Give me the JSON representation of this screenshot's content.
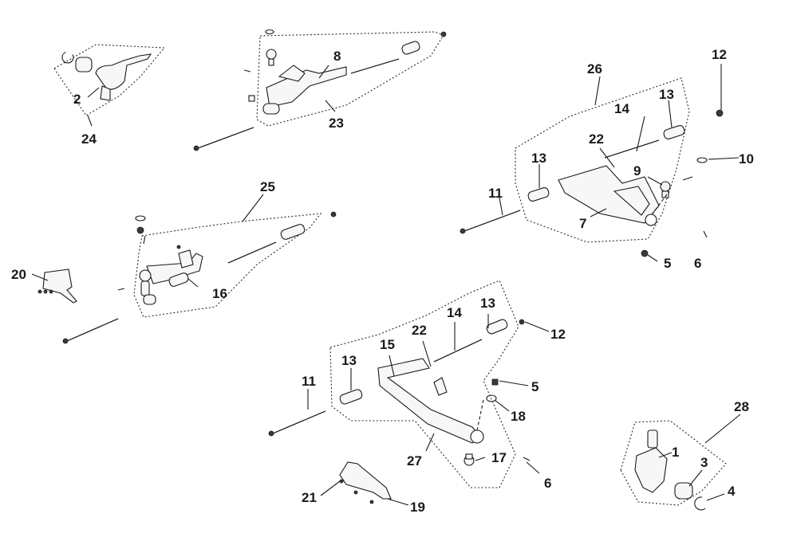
{
  "diagram": {
    "callouts": [
      "1",
      "2",
      "3",
      "4",
      "5",
      "5",
      "6",
      "6",
      "7",
      "8",
      "9",
      "10",
      "11",
      "11",
      "12",
      "12",
      "13",
      "13",
      "13",
      "13",
      "14",
      "14",
      "15",
      "16",
      "17",
      "18",
      "19",
      "20",
      "21",
      "22",
      "22",
      "23",
      "24",
      "25",
      "26",
      "27",
      "28"
    ]
  }
}
